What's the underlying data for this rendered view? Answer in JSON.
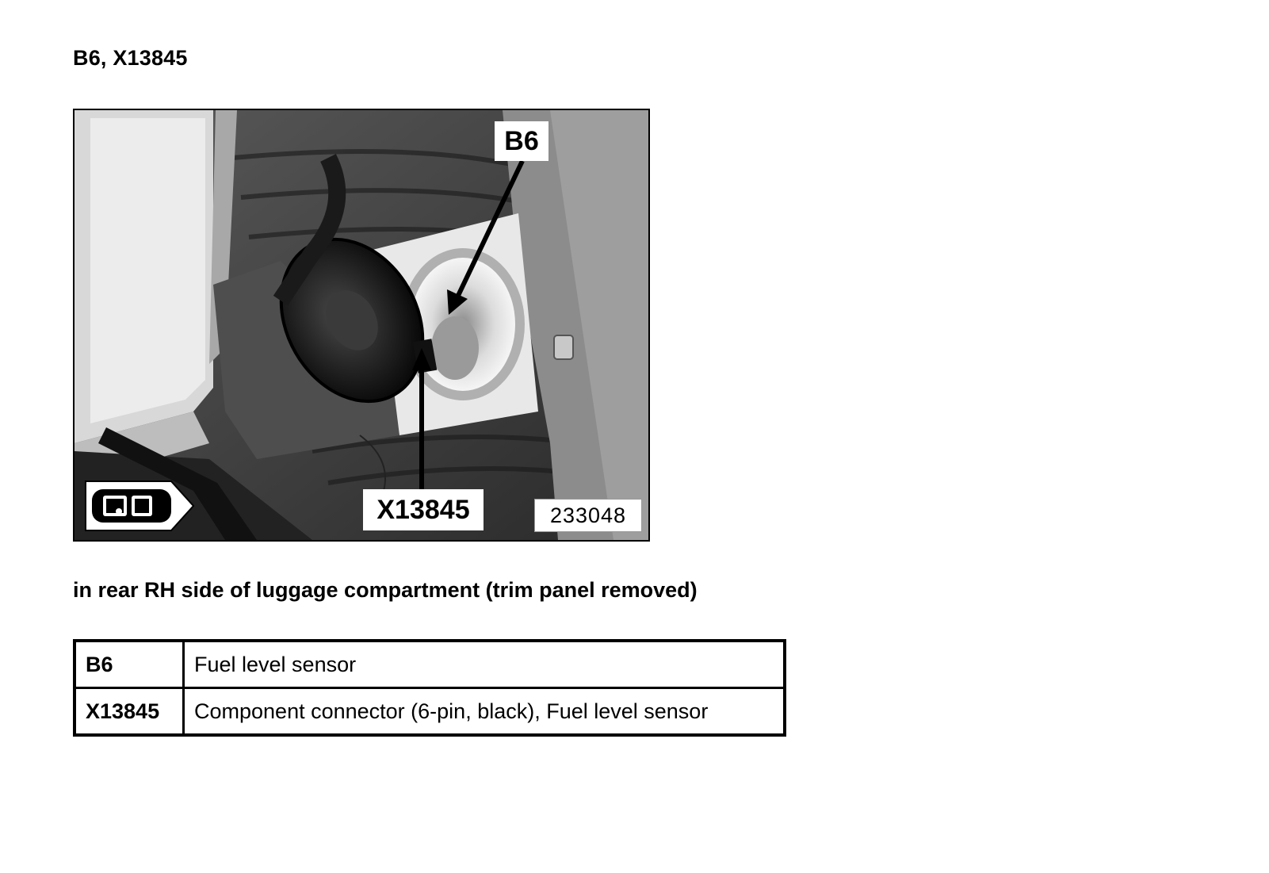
{
  "title": "B6, X13845",
  "figure": {
    "callouts": {
      "b6": "B6",
      "x13845": "X13845"
    },
    "figure_number": "233048",
    "view_icon": "car-top-view-icon"
  },
  "caption": "in rear RH side of luggage compartment (trim panel removed)",
  "legend": [
    {
      "code": "B6",
      "description": "Fuel level sensor"
    },
    {
      "code": "X13845",
      "description": "Component connector (6-pin, black), Fuel level sensor"
    }
  ]
}
